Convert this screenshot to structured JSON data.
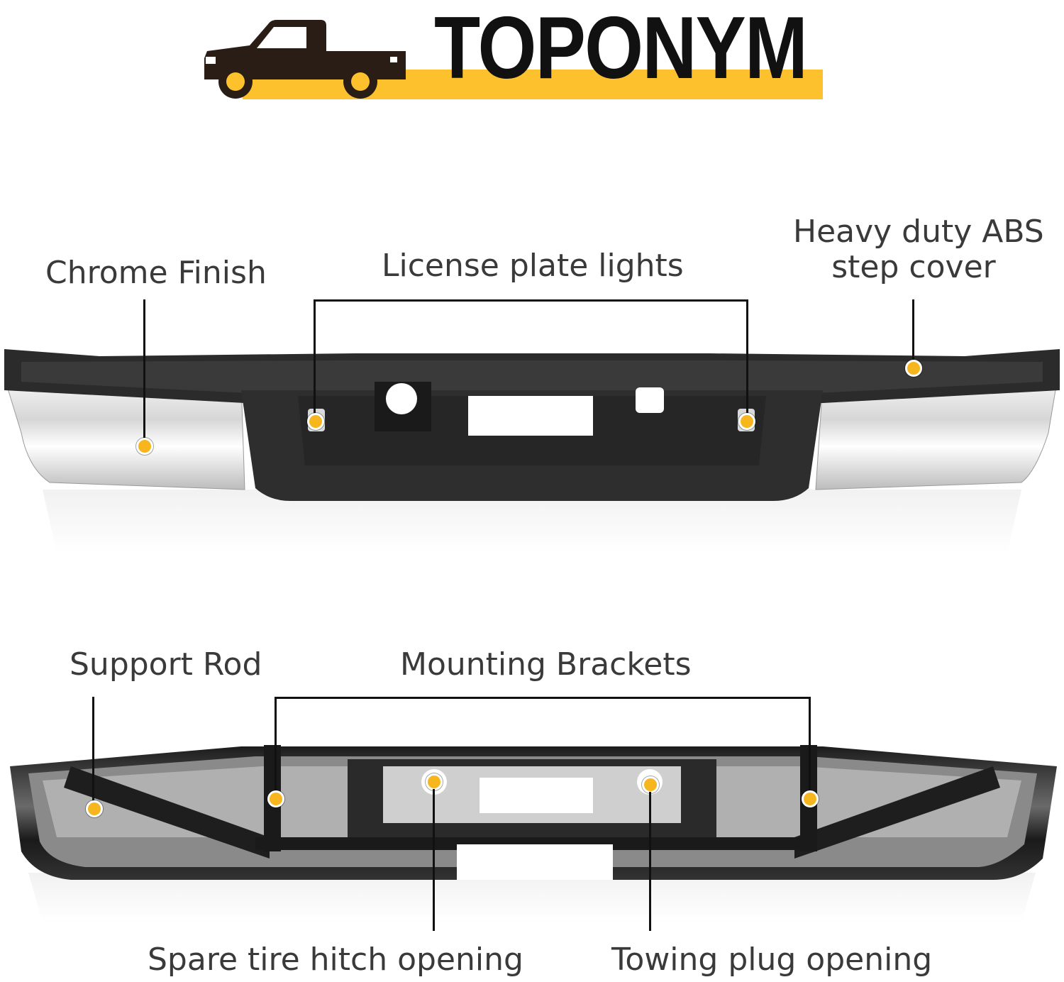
{
  "brand": {
    "name": "TOPONYM",
    "logo_icon": "pickup-truck-icon",
    "accent_color": "#fcc12c",
    "text_color": "#111111"
  },
  "top_product": {
    "image_icon": "rear-bumper-front-view",
    "callouts": {
      "chrome_finish": "Chrome Finish",
      "license_plate_lights": "License plate lights",
      "step_cover_line1": "Heavy duty ABS",
      "step_cover_line2": "step cover"
    }
  },
  "bottom_product": {
    "image_icon": "rear-bumper-back-view",
    "callouts": {
      "support_rod": "Support Rod",
      "mounting_brackets": "Mounting Brackets",
      "spare_tire": "Spare tire hitch opening",
      "towing_plug": "Towing plug opening"
    }
  },
  "marker_color": "#f7b51e"
}
